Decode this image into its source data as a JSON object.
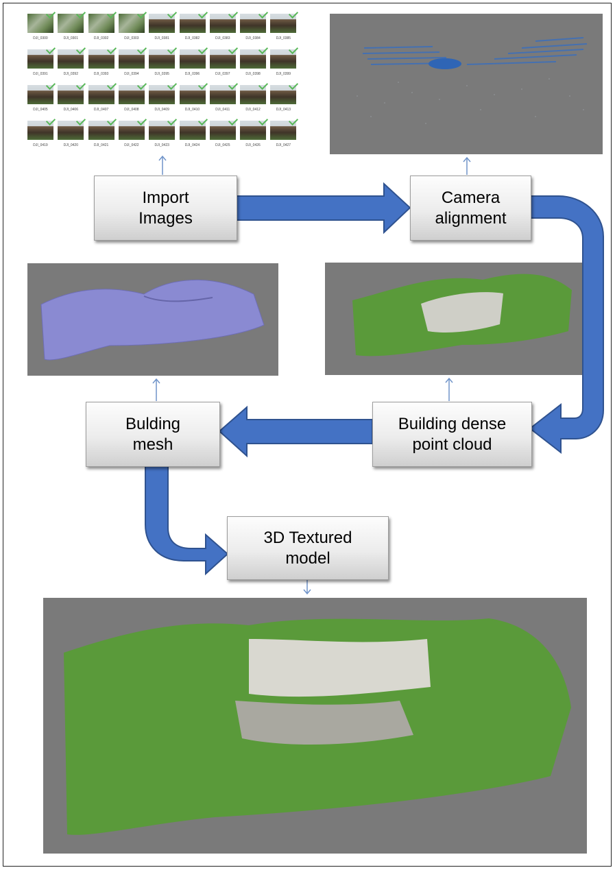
{
  "thumbnails": [
    {
      "label": "DJI_0300",
      "style": "green"
    },
    {
      "label": "DJI_0301",
      "style": "green"
    },
    {
      "label": "DJI_0302",
      "style": "green"
    },
    {
      "label": "DJI_0303",
      "style": "green"
    },
    {
      "label": "DJI_0381",
      "style": "cliff"
    },
    {
      "label": "DJI_0382",
      "style": "cliff"
    },
    {
      "label": "DJI_0383",
      "style": "cliff"
    },
    {
      "label": "DJI_0384",
      "style": "cliff"
    },
    {
      "label": "DJI_0385",
      "style": "cliff"
    },
    {
      "label": "DJI_0391",
      "style": "cliff"
    },
    {
      "label": "DJI_0392",
      "style": "cliff"
    },
    {
      "label": "DJI_0393",
      "style": "cliff"
    },
    {
      "label": "DJI_0394",
      "style": "cliff"
    },
    {
      "label": "DJI_0395",
      "style": "cliff"
    },
    {
      "label": "DJI_0396",
      "style": "cliff"
    },
    {
      "label": "DJI_0397",
      "style": "cliff"
    },
    {
      "label": "DJI_0398",
      "style": "cliff"
    },
    {
      "label": "DJI_0399",
      "style": "cliff"
    },
    {
      "label": "DJI_0405",
      "style": "cliff"
    },
    {
      "label": "DJI_0406",
      "style": "cliff"
    },
    {
      "label": "DJI_0407",
      "style": "cliff"
    },
    {
      "label": "DJI_0408",
      "style": "cliff"
    },
    {
      "label": "DJI_0409",
      "style": "cliff"
    },
    {
      "label": "DJI_0410",
      "style": "cliff"
    },
    {
      "label": "DJI_0411",
      "style": "cliff"
    },
    {
      "label": "DJI_0412",
      "style": "cliff"
    },
    {
      "label": "DJI_0413",
      "style": "cliff"
    },
    {
      "label": "DJI_0419",
      "style": "cliff"
    },
    {
      "label": "DJI_0420",
      "style": "cliff"
    },
    {
      "label": "DJI_0421",
      "style": "cliff"
    },
    {
      "label": "DJI_0422",
      "style": "cliff"
    },
    {
      "label": "DJI_0423",
      "style": "cliff"
    },
    {
      "label": "DJI_0424",
      "style": "cliff"
    },
    {
      "label": "DJI_0425",
      "style": "cliff"
    },
    {
      "label": "DJI_0426",
      "style": "cliff"
    },
    {
      "label": "DJI_0427",
      "style": "cliff"
    }
  ],
  "steps": {
    "import": "Import\nImages",
    "camera": "Camera\nalignment",
    "dense": "Building dense\npoint cloud",
    "mesh": "Bulding\nmesh",
    "textured": "3D Textured\nmodel"
  },
  "colors": {
    "arrow_fill": "#4472c4",
    "arrow_stroke": "#2f528f",
    "connector": "#6f93c9",
    "panel_gray": "#7a7a7a",
    "mesh": "#8a8ad2",
    "terrain_green": "#5a9a3a"
  }
}
